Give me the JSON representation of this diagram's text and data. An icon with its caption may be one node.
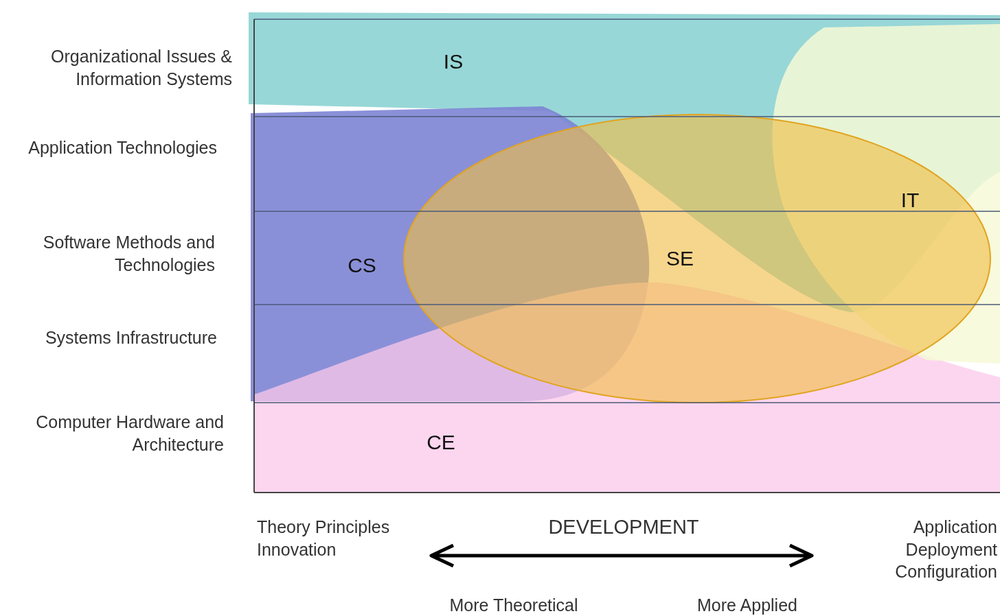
{
  "diagram": {
    "nodes": [
      {
        "text": [
          "IS"
        ]
      },
      {
        "text": [
          "CS"
        ]
      },
      {
        "text": [
          "CE"
        ]
      },
      {
        "text": [
          "IT"
        ]
      },
      {
        "text": [
          "SE"
        ]
      }
    ],
    "labels": [
      "Organizational Issues & Information Systems",
      "Application Technologies",
      "Software Methods and Technologies",
      "Systems Infrastructure",
      "Computer Hardware and Architecture",
      "Theory Principles Innovation",
      "DEVELOPMENT",
      "Application Deployment Configuration",
      "More Theoretical",
      "More Applied"
    ]
  }
}
